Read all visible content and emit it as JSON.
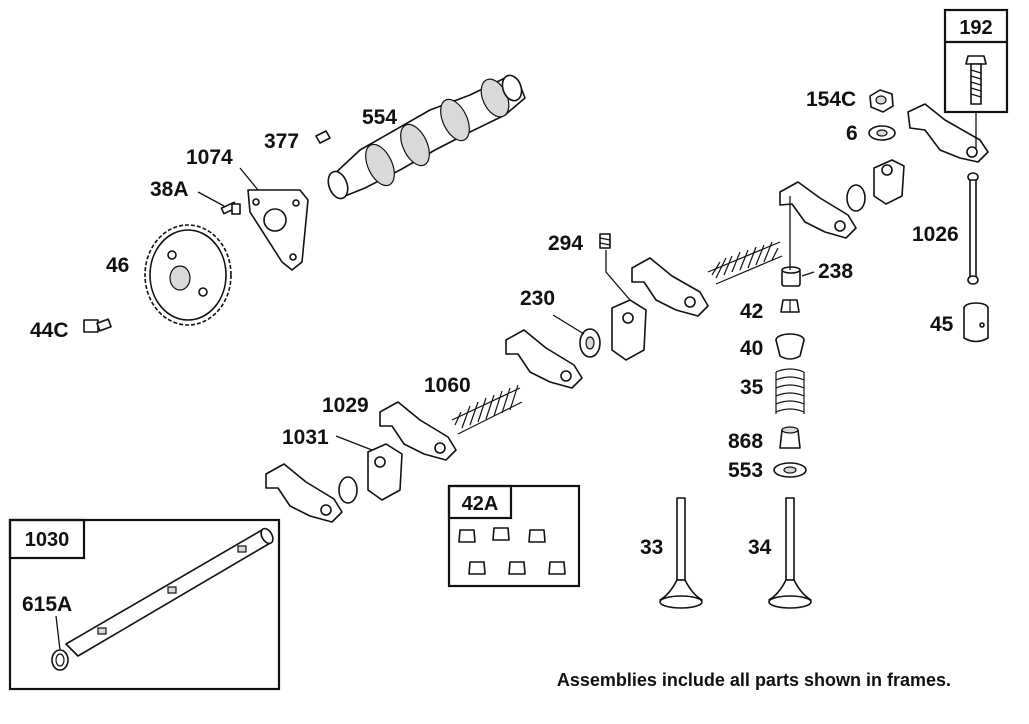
{
  "callouts": {
    "c192": "192",
    "c154C": "154C",
    "c6": "6",
    "c554": "554",
    "c377": "377",
    "c1074": "1074",
    "c38A": "38A",
    "c46": "46",
    "c44C": "44C",
    "c294": "294",
    "c238": "238",
    "c1026": "1026",
    "c230": "230",
    "c42": "42",
    "c45": "45",
    "c40": "40",
    "c1060": "1060",
    "c35": "35",
    "c1029": "1029",
    "c1031": "1031",
    "c868": "868",
    "c553": "553",
    "c42A": "42A",
    "c1030": "1030",
    "c33": "33",
    "c34": "34",
    "c615A": "615A"
  },
  "footnote": "Assemblies include all parts shown in frames."
}
